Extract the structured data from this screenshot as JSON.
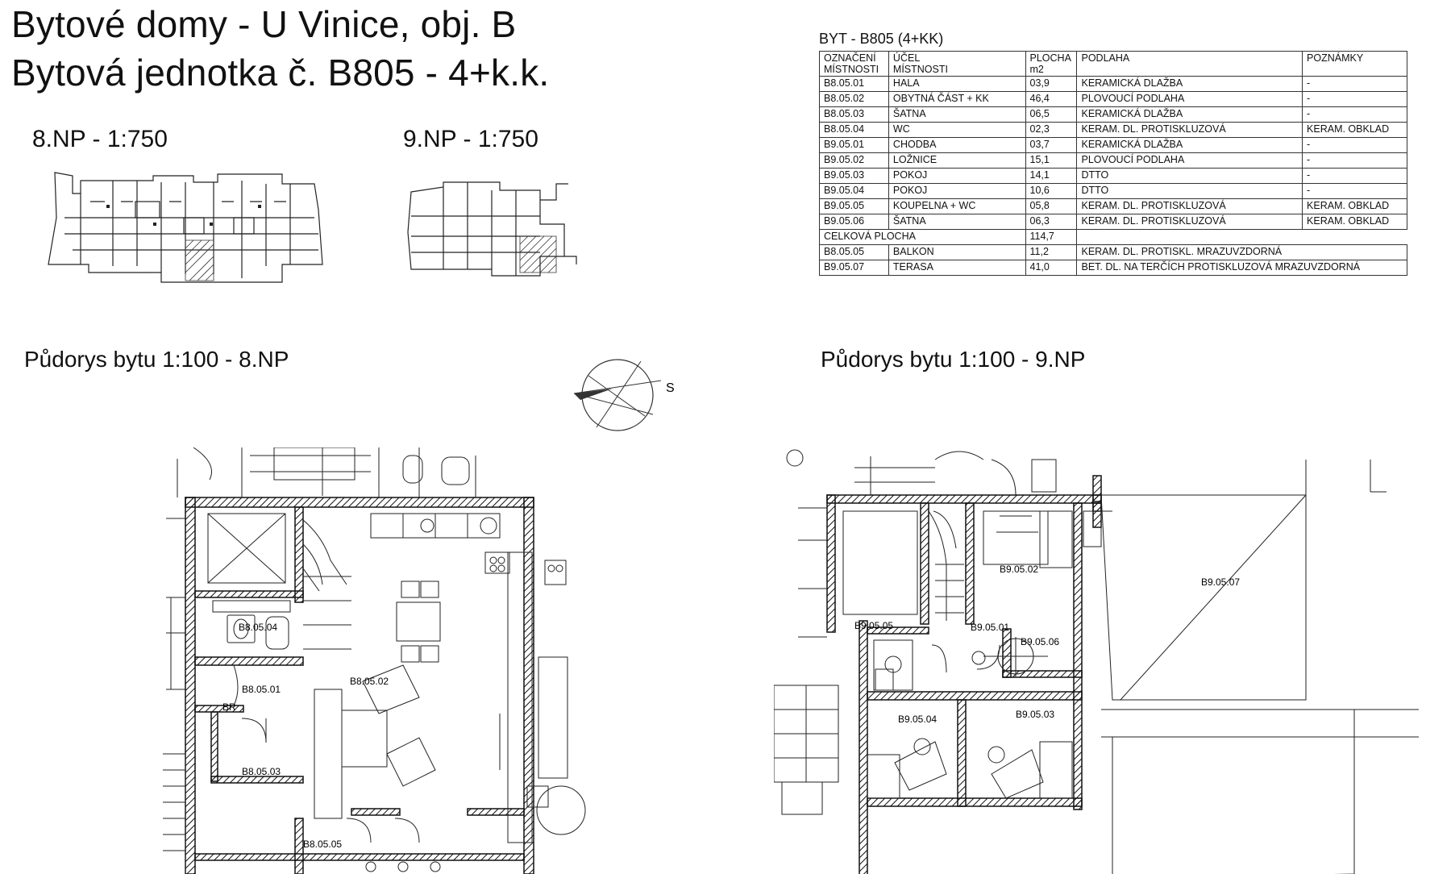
{
  "header": {
    "line1": "Bytové domy - U Vinice, obj. B",
    "line2": "Bytová jednotka č. B805 - 4+k.k."
  },
  "key_plans": {
    "np8_title": "8.NP - 1:750",
    "np9_title": "9.NP - 1:750"
  },
  "room_table": {
    "caption": "BYT - B805 (4+KK)",
    "headers": {
      "c1_l1": "OZNAČENÍ",
      "c1_l2": "MÍSTNOSTI",
      "c2_l1": "ÚČEL",
      "c2_l2": "MÍSTNOSTI",
      "c3_l1": "PLOCHA",
      "c3_l2": "m2",
      "c4": "PODLAHA",
      "c5": "POZNÁMKY"
    },
    "rows": [
      [
        "B8.05.01",
        "HALA",
        "03,9",
        "KERAMICKÁ DLAŽBA",
        "-"
      ],
      [
        "B8.05.02",
        "OBYTNÁ ČÁST + KK",
        "46,4",
        "PLOVOUCÍ PODLAHA",
        "-"
      ],
      [
        "B8.05.03",
        "ŠATNA",
        "06,5",
        "KERAMICKÁ DLAŽBA",
        "-"
      ],
      [
        "B8.05.04",
        "WC",
        "02,3",
        "KERAM. DL. PROTISKLUZOVÁ",
        "KERAM. OBKLAD"
      ],
      [
        "B9.05.01",
        "CHODBA",
        "03,7",
        "KERAMICKÁ DLAŽBA",
        "-"
      ],
      [
        "B9.05.02",
        "LOŽNICE",
        "15,1",
        "PLOVOUCÍ PODLAHA",
        "-"
      ],
      [
        "B9.05.03",
        "POKOJ",
        "14,1",
        "DTTO",
        "-"
      ],
      [
        "B9.05.04",
        "POKOJ",
        "10,6",
        "DTTO",
        "-"
      ],
      [
        "B9.05.05",
        "KOUPELNA + WC",
        "05,8",
        "KERAM. DL. PROTISKLUZOVÁ",
        "KERAM. OBKLAD"
      ],
      [
        "B9.05.06",
        "ŠATNA",
        "06,3",
        "KERAM. DL. PROTISKLUZOVÁ",
        "KERAM. OBKLAD"
      ]
    ],
    "total_label": "CELKOVÁ PLOCHA",
    "total_value": "114,7",
    "extra_rows": [
      [
        "B8.05.05",
        "BALKON",
        "11,2",
        "KERAM. DL. PROTISKL. MRAZUVZDORNÁ"
      ],
      [
        "B9.05.07",
        "TERASA",
        "41,0",
        "BET. DL. NA TERČÍCH PROTISKLUZOVÁ MRAZUVZDORNÁ"
      ]
    ]
  },
  "plan8": {
    "title": "Půdorys bytu 1:100 - 8.NP",
    "rooms": {
      "r01": "B8.05.01",
      "r02": "B8.05.02",
      "r03": "B8.05.03",
      "r04": "B8.05.04",
      "r05": "B8.05.05",
      "br": "BR"
    }
  },
  "compass": {
    "label": "S"
  },
  "plan9": {
    "title": "Půdorys bytu 1:100 - 9.NP",
    "rooms": {
      "r01": "B9.05.01",
      "r02": "B9.05.02",
      "r03": "B9.05.03",
      "r04": "B9.05.04",
      "r05": "B9.05.05",
      "r06": "B9.05.06",
      "r07": "B9.05.07"
    }
  }
}
